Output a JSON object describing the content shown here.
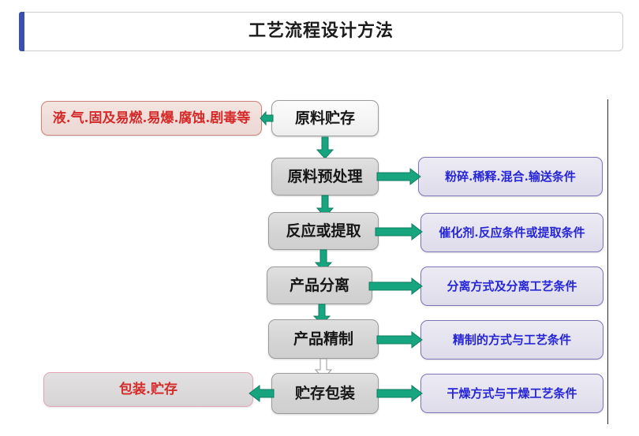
{
  "header": {
    "title": "工艺流程设计方法",
    "accent_color": "#3a51ac",
    "border_color": "#cdcdcd"
  },
  "diagram": {
    "colors": {
      "arrow_green": "#16a57f",
      "arrow_green_outline": "#0d7d60",
      "arrow_white_fill": "#ffffff",
      "arrow_white_outline": "#9a9a9a",
      "process_fill": "#d4d4d4",
      "process_border": "#9a9a9a",
      "condition_fill": "#e4e2ee",
      "condition_border": "#7b76b8",
      "condition_text": "#2626d6",
      "hazard_fill": "#efdcd8",
      "hazard_border": "#c8847c",
      "hazard_text": "#d42a2a",
      "packing_fill": "#dbd9d9",
      "packing_border": "#e0a6b4",
      "page_rule": "#2a2a2a"
    },
    "process_steps": [
      {
        "id": "raw-material-storage",
        "label": "原料贮存"
      },
      {
        "id": "raw-material-pretreatment",
        "label": "原料预处理"
      },
      {
        "id": "reaction-or-extraction",
        "label": "反应或提取"
      },
      {
        "id": "product-separation",
        "label": "产品分离"
      },
      {
        "id": "product-refining",
        "label": "产品精制"
      },
      {
        "id": "storage-and-packaging",
        "label": "贮存包装"
      }
    ],
    "condition_notes": [
      {
        "id": "pretreatment-conditions",
        "label": "粉碎.稀释.混合.输送条件"
      },
      {
        "id": "reaction-conditions",
        "label": "催化剂.反应条件或提取条件"
      },
      {
        "id": "separation-conditions",
        "label": "分离方式及分离工艺条件"
      },
      {
        "id": "refining-conditions",
        "label": "精制的方式与工艺条件"
      },
      {
        "id": "drying-conditions",
        "label": "干燥方式与干燥工艺条件"
      }
    ],
    "left_notes": [
      {
        "id": "hazard-properties",
        "label": "液.气.固及易燃.易爆.腐蚀.剧毒等"
      },
      {
        "id": "packaging-storage",
        "label": "包装.贮存"
      }
    ],
    "connectors": [
      {
        "id": "storage-to-pretreatment",
        "direction": "down",
        "style": "green"
      },
      {
        "id": "pretreatment-to-reaction",
        "direction": "down",
        "style": "green"
      },
      {
        "id": "reaction-to-separation",
        "direction": "down",
        "style": "green"
      },
      {
        "id": "separation-to-refining",
        "direction": "down",
        "style": "green"
      },
      {
        "id": "refining-to-packaging",
        "direction": "down",
        "style": "white"
      },
      {
        "id": "storage-to-hazard",
        "direction": "left",
        "style": "green"
      },
      {
        "id": "pretreatment-to-note",
        "direction": "right",
        "style": "green"
      },
      {
        "id": "reaction-to-note",
        "direction": "right",
        "style": "green"
      },
      {
        "id": "separation-to-note",
        "direction": "right",
        "style": "green"
      },
      {
        "id": "refining-to-note",
        "direction": "right",
        "style": "green"
      },
      {
        "id": "packaging-to-note",
        "direction": "right",
        "style": "green"
      },
      {
        "id": "packaging-to-left-note",
        "direction": "left",
        "style": "green"
      }
    ]
  }
}
